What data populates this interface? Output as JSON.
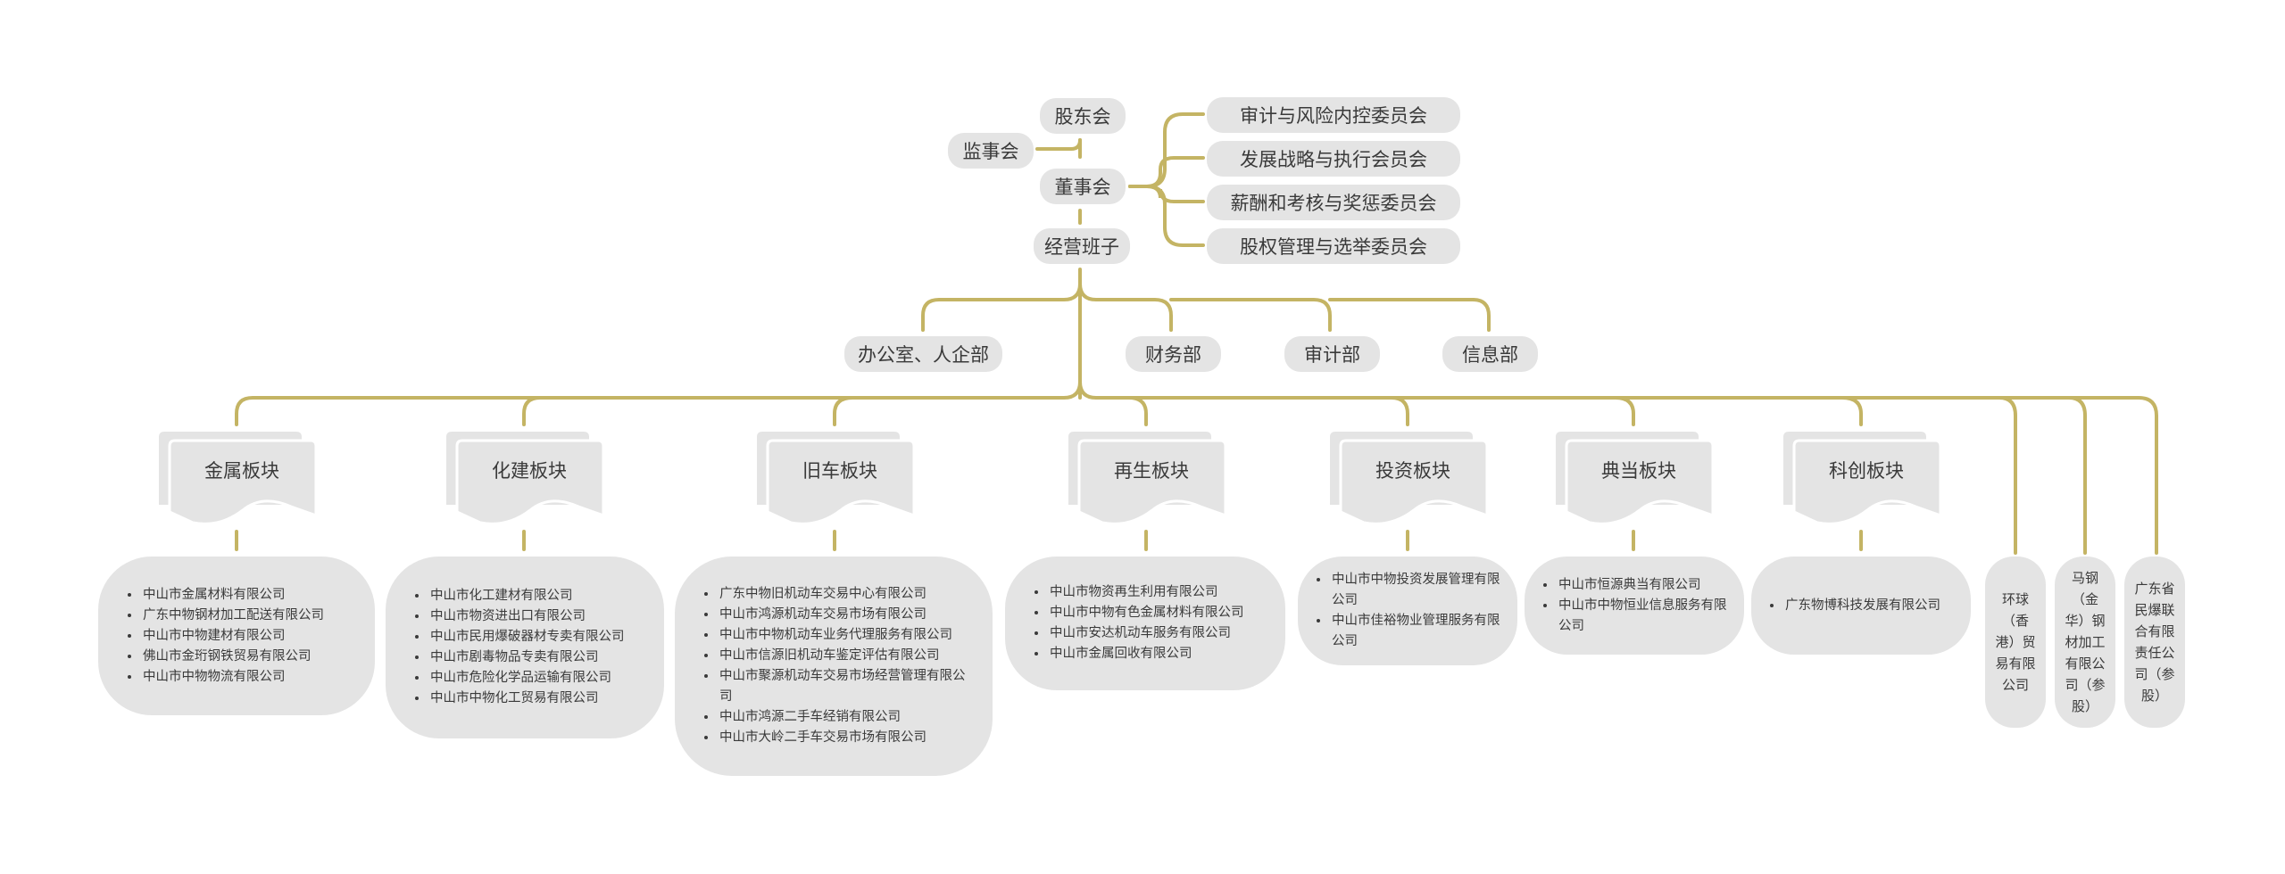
{
  "colors": {
    "connector": "#c4b464",
    "node_fill": "#e4e4e4",
    "text": "#3a3a3a"
  },
  "governance": {
    "shareholders": "股东会",
    "supervisors": "监事会",
    "board": "董事会",
    "management": "经营班子",
    "committees": [
      "审计与风险内控委员会",
      "发展战略与执行会员会",
      "薪酬和考核与奖惩委员会",
      "股权管理与选举委员会"
    ]
  },
  "departments": [
    "办公室、人企部",
    "财务部",
    "审计部",
    "信息部"
  ],
  "sectors": [
    {
      "name": "金属板块",
      "companies": [
        "中山市金属材料有限公司",
        "广东中物钢材加工配送有限公司",
        "中山市中物建材有限公司",
        "佛山市金珩钢铁贸易有限公司",
        "中山市中物物流有限公司"
      ]
    },
    {
      "name": "化建板块",
      "companies": [
        "中山市化工建材有限公司",
        "中山市物资进出口有限公司",
        "中山市民用爆破器材专卖有限公司",
        "中山市剧毒物品专卖有限公司",
        "中山市危险化学品运输有限公司",
        "中山市中物化工贸易有限公司"
      ]
    },
    {
      "name": "旧车板块",
      "companies": [
        "广东中物旧机动车交易中心有限公司",
        "中山市鸿源机动车交易市场有限公司",
        "中山市中物机动车业务代理服务有限公司",
        "中山市信源旧机动车鉴定评估有限公司",
        "中山市聚源机动车交易市场经营管理有限公司",
        "中山市鸿源二手车经销有限公司",
        "中山市大岭二手车交易市场有限公司"
      ]
    },
    {
      "name": "再生板块",
      "companies": [
        "中山市物资再生利用有限公司",
        "中山市中物有色金属材料有限公司",
        "中山市安达机动车服务有限公司",
        "中山市金属回收有限公司"
      ]
    },
    {
      "name": "投资板块",
      "companies": [
        "中山市中物投资发展管理有限公司",
        "中山市佳裕物业管理服务有限公司"
      ]
    },
    {
      "name": "典当板块",
      "companies": [
        "中山市恒源典当有限公司",
        "中山市中物恒业信息服务有限公司"
      ]
    },
    {
      "name": "科创板块",
      "companies": [
        "广东物博科技发展有限公司"
      ]
    }
  ],
  "affiliates": [
    "环球（香港）贸易有限公司",
    "马钢（金华）钢材加工有限公司（参股）",
    "广东省民爆联合有限责任公司（参股）"
  ]
}
